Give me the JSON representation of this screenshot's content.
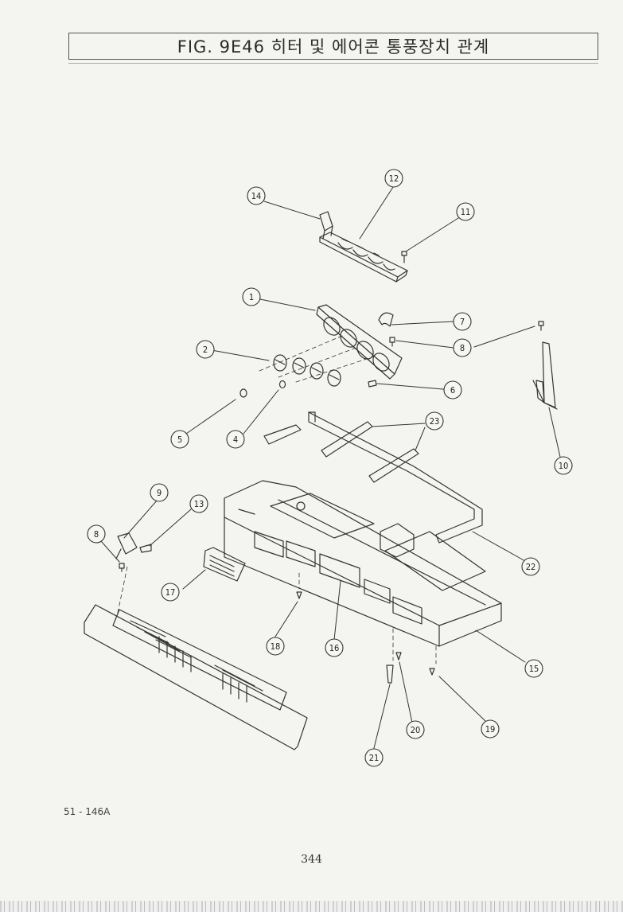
{
  "header": {
    "title": "FIG. 9E46 히터 및 에어콘 통풍장치 관계"
  },
  "callouts": [
    {
      "id": "c1",
      "label": "1"
    },
    {
      "id": "c2",
      "label": "2"
    },
    {
      "id": "c4",
      "label": "4"
    },
    {
      "id": "c5",
      "label": "5"
    },
    {
      "id": "c6",
      "label": "6"
    },
    {
      "id": "c7",
      "label": "7"
    },
    {
      "id": "c8a",
      "label": "8"
    },
    {
      "id": "c8b",
      "label": "8"
    },
    {
      "id": "c9",
      "label": "9"
    },
    {
      "id": "c10",
      "label": "10"
    },
    {
      "id": "c11",
      "label": "11"
    },
    {
      "id": "c12",
      "label": "12"
    },
    {
      "id": "c13",
      "label": "13"
    },
    {
      "id": "c14",
      "label": "14"
    },
    {
      "id": "c15",
      "label": "15"
    },
    {
      "id": "c16",
      "label": "16"
    },
    {
      "id": "c17",
      "label": "17"
    },
    {
      "id": "c18",
      "label": "18"
    },
    {
      "id": "c19",
      "label": "19"
    },
    {
      "id": "c20",
      "label": "20"
    },
    {
      "id": "c21",
      "label": "21"
    },
    {
      "id": "c22",
      "label": "22"
    },
    {
      "id": "c23",
      "label": "23"
    }
  ],
  "footer": {
    "ref_code": "51 - 146A",
    "page_number": "344"
  }
}
